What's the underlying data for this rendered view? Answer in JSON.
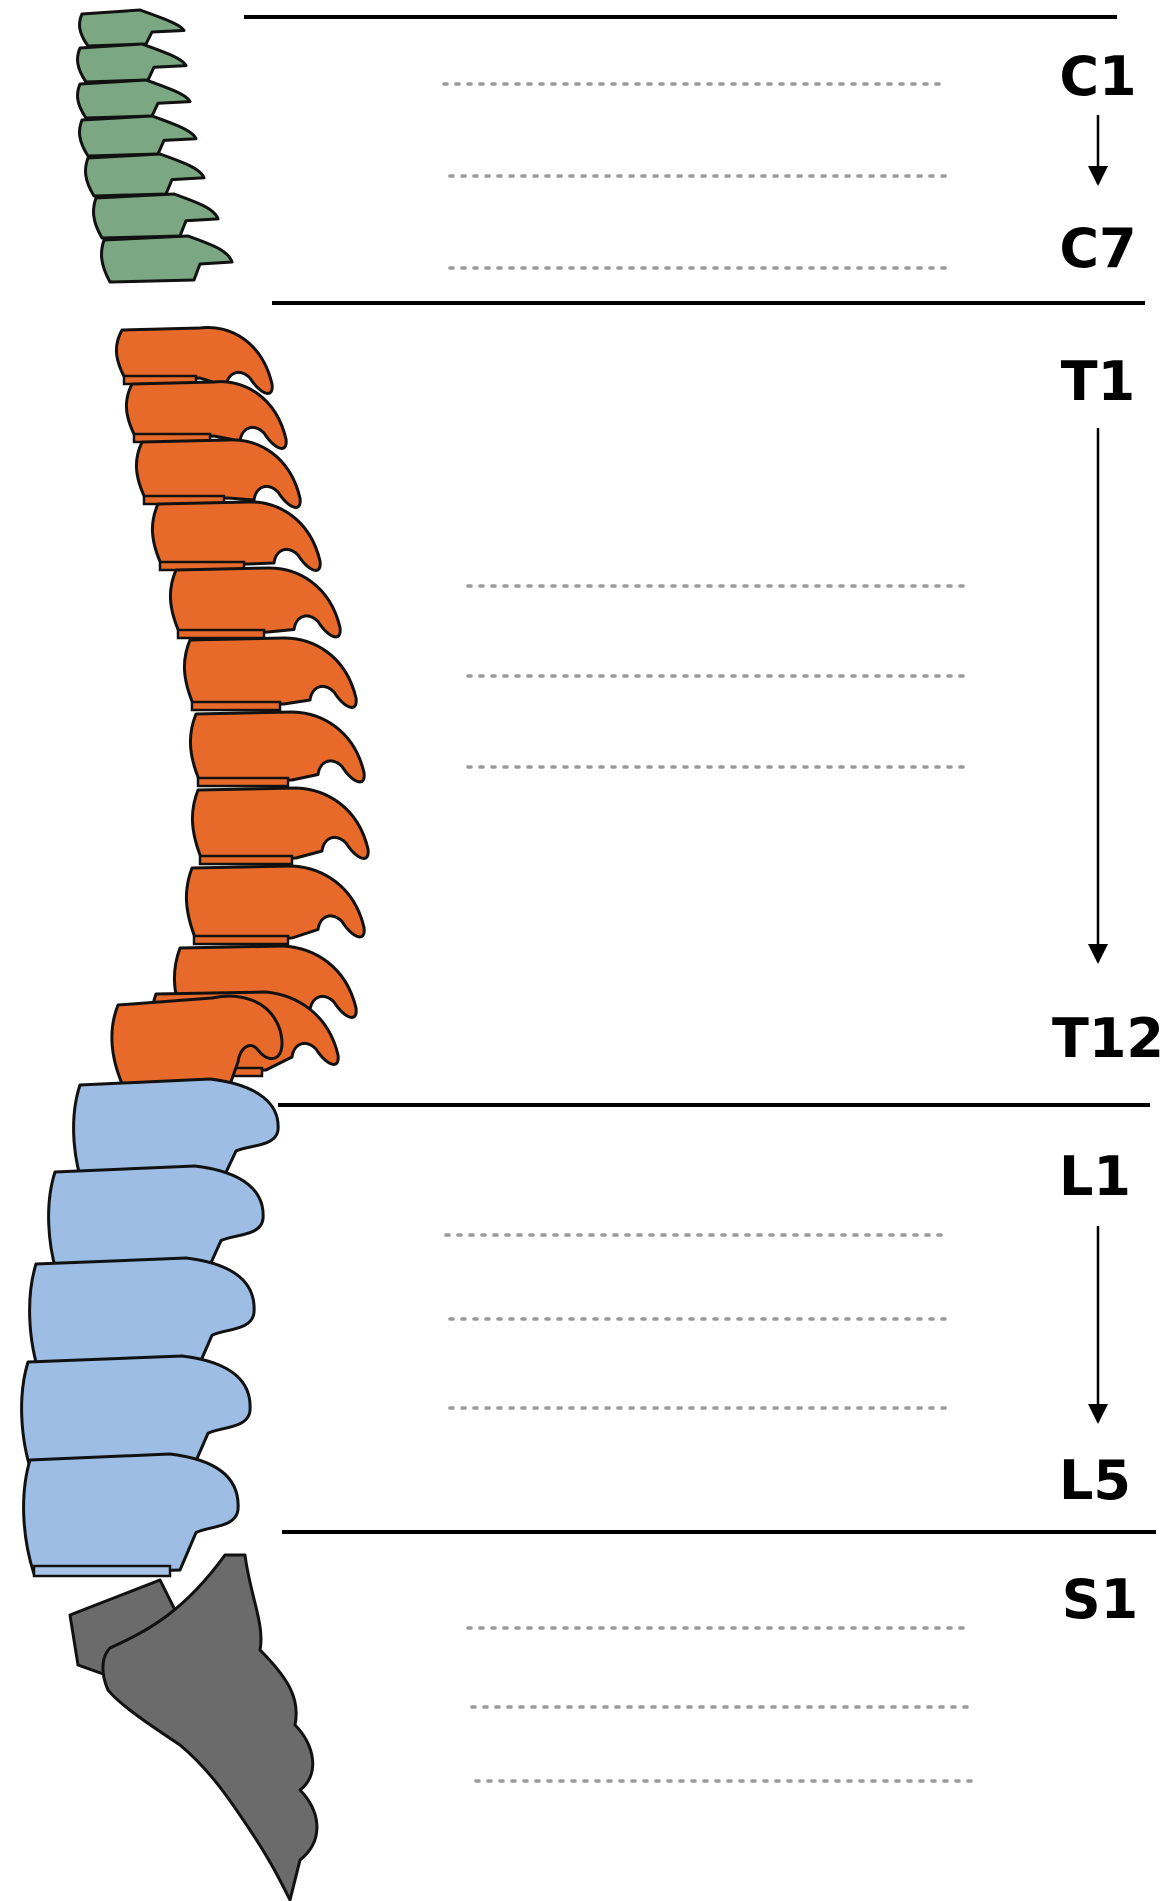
{
  "regions": [
    {
      "id": "cervical",
      "start_label": "C1",
      "end_label": "C7",
      "color": "#7ba882"
    },
    {
      "id": "thoracic",
      "start_label": "T1",
      "end_label": "T12",
      "color": "#e86a2b"
    },
    {
      "id": "lumbar",
      "start_label": "L1",
      "end_label": "L5",
      "color": "#9dbde4"
    },
    {
      "id": "sacral",
      "start_label": "S1",
      "color": "#6b6b6b"
    }
  ],
  "disc_color": "#a9c4e6"
}
